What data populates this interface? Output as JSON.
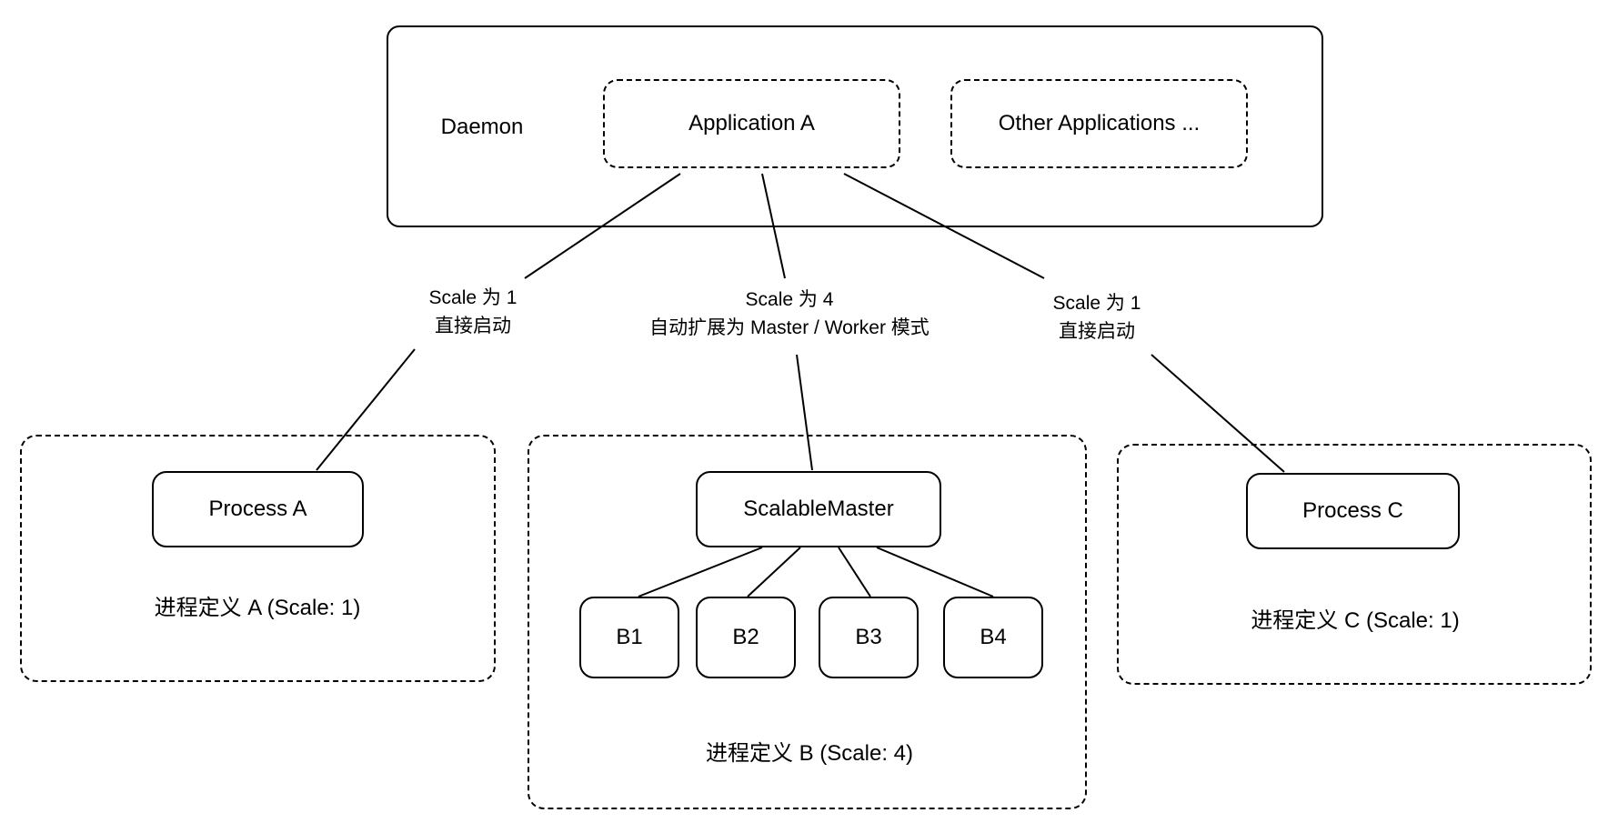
{
  "diagram": {
    "daemon_container": {
      "label": "Daemon"
    },
    "applications": {
      "application_a": "Application A",
      "other_applications": "Other Applications ..."
    },
    "edge_labels": {
      "left": {
        "line1": "Scale 为 1",
        "line2": "直接启动"
      },
      "middle": {
        "line1": "Scale 为 4",
        "line2": "自动扩展为 Master / Worker 模式"
      },
      "right": {
        "line1": "Scale 为 1",
        "line2": "直接启动"
      }
    },
    "process_group_a": {
      "node": "Process A",
      "caption": "进程定义 A (Scale: 1)"
    },
    "process_group_b": {
      "master": "ScalableMaster",
      "workers": [
        "B1",
        "B2",
        "B3",
        "B4"
      ],
      "caption": "进程定义 B (Scale: 4)"
    },
    "process_group_c": {
      "node": "Process C",
      "caption": "进程定义 C (Scale: 1)"
    },
    "colors": {
      "stroke": "#000000",
      "background": "#ffffff"
    }
  }
}
